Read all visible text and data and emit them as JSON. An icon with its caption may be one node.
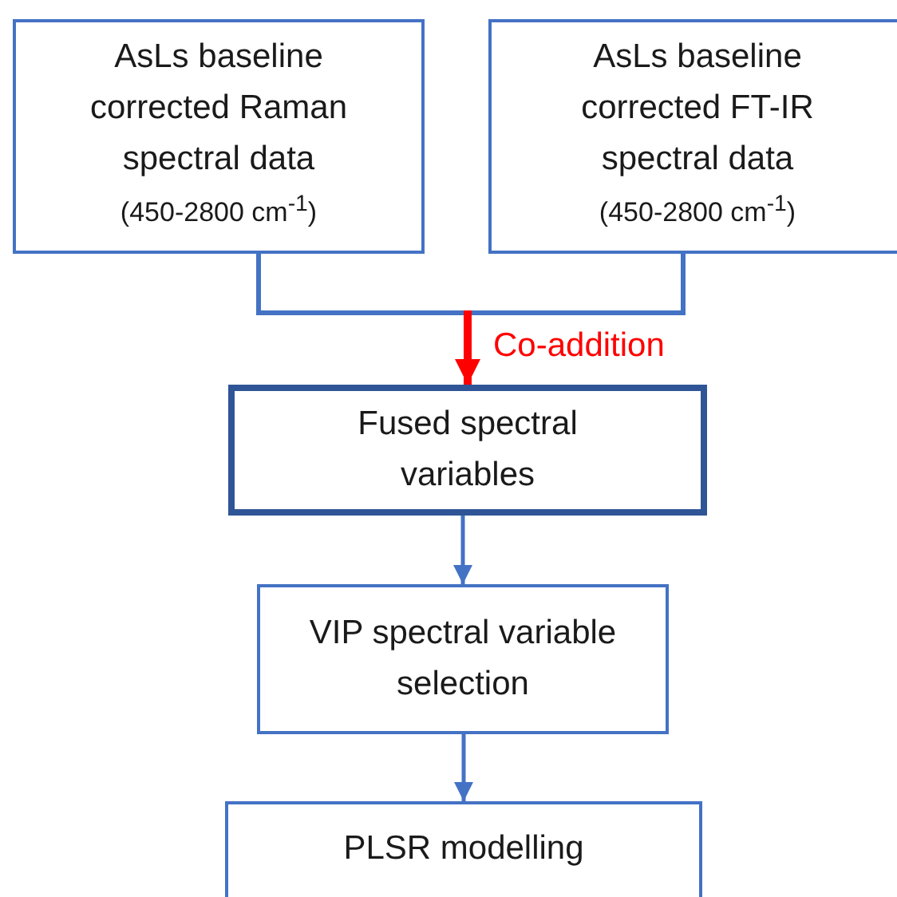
{
  "diagram": {
    "nodes": [
      {
        "text": [
          "AsLs baseline corrected Raman spectral data",
          "(450-2800 cm$^{-1}$)"
        ]
      },
      {
        "text": [
          "AsLs baseline corrected FT-IR spectral data",
          "(450-2800 cm$^{-1}$)"
        ]
      },
      {
        "text": [
          "Fused spectral variables"
        ]
      },
      {
        "text": [
          "VIP spectral variable selection"
        ]
      },
      {
        "text": [
          "PLSR modelling"
        ]
      }
    ],
    "edges": [
      {
        "from": 0,
        "to": 1,
        "arrow": "none"
      },
      {
        "from": null,
        "to": 2,
        "arrow": "to",
        "label": "Co-addition",
        "style": "thick",
        "color": "#ff0000"
      },
      {
        "from": 2,
        "to": 3,
        "arrow": "to"
      },
      {
        "from": 3,
        "to": 4,
        "arrow": "to"
      }
    ]
  }
}
